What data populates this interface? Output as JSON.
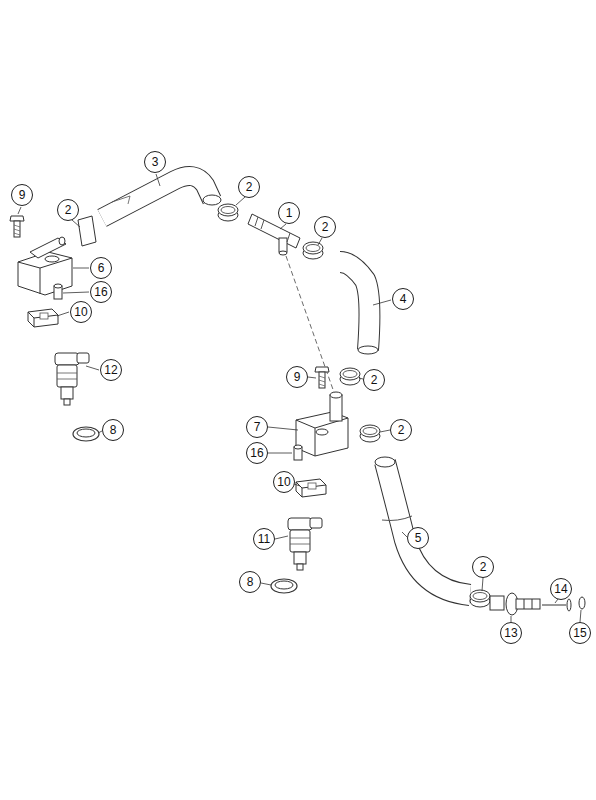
{
  "diagram": {
    "nodes": [
      {
        "text": [
          "3"
        ]
      },
      {
        "text": [
          "9"
        ]
      },
      {
        "text": [
          "2"
        ]
      },
      {
        "text": [
          "1"
        ]
      },
      {
        "text": [
          "2"
        ]
      },
      {
        "text": [
          "2"
        ]
      },
      {
        "text": [
          "6"
        ]
      },
      {
        "text": [
          "16"
        ]
      },
      {
        "text": [
          "4"
        ]
      },
      {
        "text": [
          "10"
        ]
      },
      {
        "text": [
          "12"
        ]
      },
      {
        "text": [
          "9"
        ]
      },
      {
        "text": [
          "2"
        ]
      },
      {
        "text": [
          "2"
        ]
      },
      {
        "text": [
          "7"
        ]
      },
      {
        "text": [
          "8"
        ]
      },
      {
        "text": [
          "16"
        ]
      },
      {
        "text": [
          "10"
        ]
      },
      {
        "text": [
          "5"
        ]
      },
      {
        "text": [
          "11"
        ]
      },
      {
        "text": [
          "2"
        ]
      },
      {
        "text": [
          "8"
        ]
      },
      {
        "text": [
          "14"
        ]
      },
      {
        "text": [
          "13"
        ]
      },
      {
        "text": [
          "15"
        ]
      }
    ],
    "edges": []
  }
}
